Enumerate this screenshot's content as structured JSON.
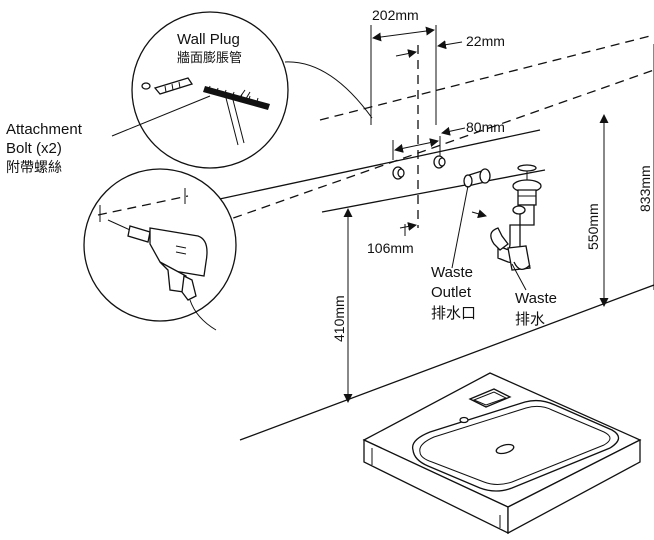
{
  "labels": {
    "dim_top_width": "202mm",
    "dim_offset_22": "22mm",
    "dim_bolt_spacing": "80mm",
    "dim_offset_106": "106mm",
    "dim_height_410": "410mm",
    "dim_height_550": "550mm",
    "dim_height_833": "833mm",
    "wall_plug_en": "Wall Plug",
    "wall_plug_zh": "牆面膨脹管",
    "attachment_bolt_en_1": "Attachment",
    "attachment_bolt_en_2": "Bolt (x2)",
    "attachment_bolt_zh": "附帶螺絲",
    "waste_outlet_en_1": "Waste",
    "waste_outlet_en_2": "Outlet",
    "waste_outlet_zh": "排水口",
    "waste_en": "Waste",
    "waste_zh": "排水"
  },
  "colors": {
    "line": "#111111",
    "background": "#ffffff"
  },
  "icons": [
    "wall-plug-icon",
    "drill-icon",
    "waste-trap-icon",
    "basin-icon"
  ]
}
